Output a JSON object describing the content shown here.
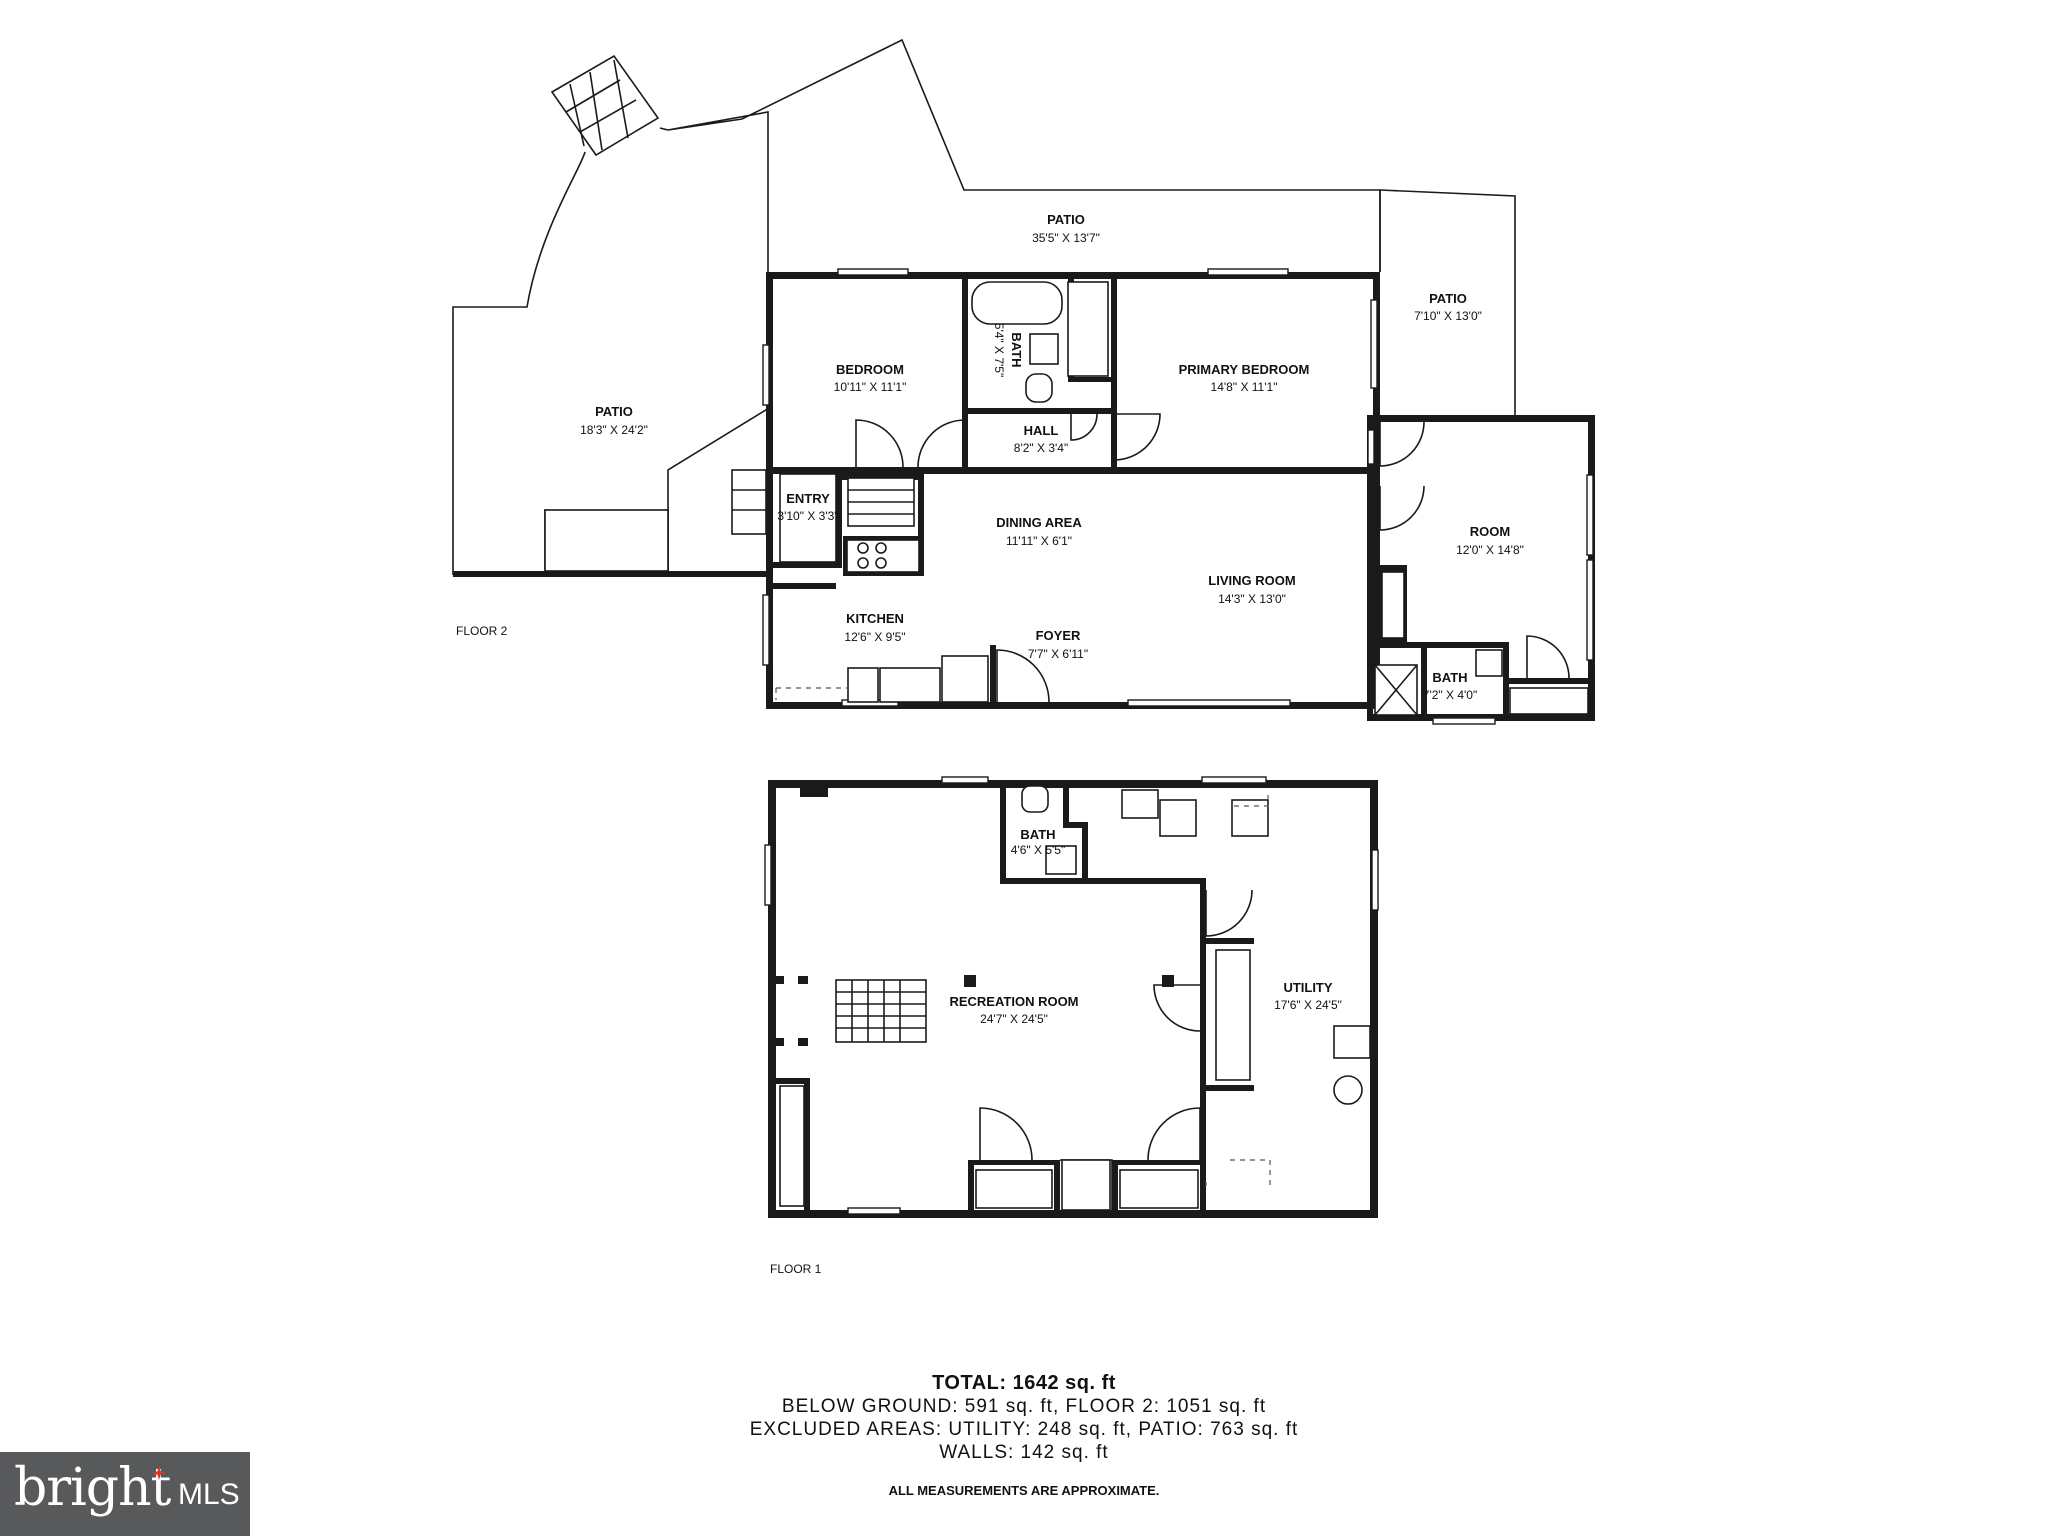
{
  "floor2": {
    "label": "FLOOR 2",
    "rooms": [
      {
        "name": "PATIO",
        "dims": "35'5\" X 13'7\""
      },
      {
        "name": "PATIO",
        "dims": "7'10\" X 13'0\""
      },
      {
        "name": "PATIO",
        "dims": "18'3\" X 24'2\""
      },
      {
        "name": "BEDROOM",
        "dims": "10'11\" X 11'1\""
      },
      {
        "name": "BATH",
        "dims": "5'4\" X 7'5\""
      },
      {
        "name": "PRIMARY BEDROOM",
        "dims": "14'8\" X 11'1\""
      },
      {
        "name": "HALL",
        "dims": "8'2\" X 3'4\""
      },
      {
        "name": "ENTRY",
        "dims": "3'10\" X 3'3\""
      },
      {
        "name": "DINING AREA",
        "dims": "11'11\" X 6'1\""
      },
      {
        "name": "ROOM",
        "dims": "12'0\" X 14'8\""
      },
      {
        "name": "LIVING ROOM",
        "dims": "14'3\" X 13'0\""
      },
      {
        "name": "KITCHEN",
        "dims": "12'6\" X 9'5\""
      },
      {
        "name": "FOYER",
        "dims": "7'7\" X 6'11\""
      },
      {
        "name": "BATH",
        "dims": "7'2\" X 4'0\""
      }
    ]
  },
  "floor1": {
    "label": "FLOOR 1",
    "rooms": [
      {
        "name": "BATH",
        "dims": "4'6\" X 5'5\""
      },
      {
        "name": "RECREATION ROOM",
        "dims": "24'7\" X 24'5\""
      },
      {
        "name": "UTILITY",
        "dims": "17'6\" X 24'5\""
      }
    ]
  },
  "summary": {
    "total": "TOTAL: 1642 sq. ft",
    "line1": "BELOW GROUND: 591 sq. ft, FLOOR 2: 1051 sq. ft",
    "line2": "EXCLUDED AREAS: UTILITY: 248 sq. ft, PATIO: 763 sq. ft",
    "line3": "WALLS: 142 sq. ft",
    "note": "ALL MEASUREMENTS ARE APPROXIMATE."
  },
  "brand": {
    "word": "bright",
    "suffix": "MLS",
    "accent": "#e3322b",
    "background": "#58595b"
  }
}
